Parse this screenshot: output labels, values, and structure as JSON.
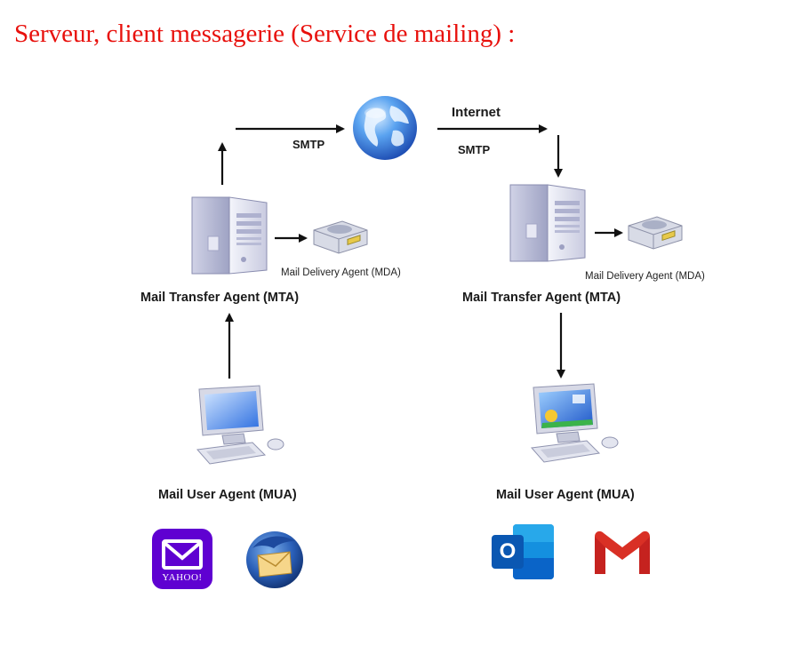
{
  "title": "Serveur, client messagerie (Service de mailing) :",
  "network": {
    "internet_label": "Internet",
    "protocol_left": "SMTP",
    "protocol_right": "SMTP"
  },
  "left": {
    "mta_label": "Mail Transfer Agent (MTA)",
    "mda_label": "Mail Delivery Agent (MDA)",
    "mua_label": "Mail User Agent (MUA)",
    "apps": [
      "yahoo-mail",
      "thunderbird"
    ],
    "yahoo_logo_text": "YAHOO!"
  },
  "right": {
    "mta_label": "Mail Transfer Agent (MTA)",
    "mda_label": "Mail Delivery Agent (MDA)",
    "mua_label": "Mail User Agent (MUA)",
    "apps": [
      "outlook",
      "gmail"
    ],
    "outlook_logo_text": "O"
  },
  "colors": {
    "title": "#e8100c",
    "yahoo": "#5f01d1",
    "outlook": "#0a64c8",
    "gmail": "#d93025"
  }
}
